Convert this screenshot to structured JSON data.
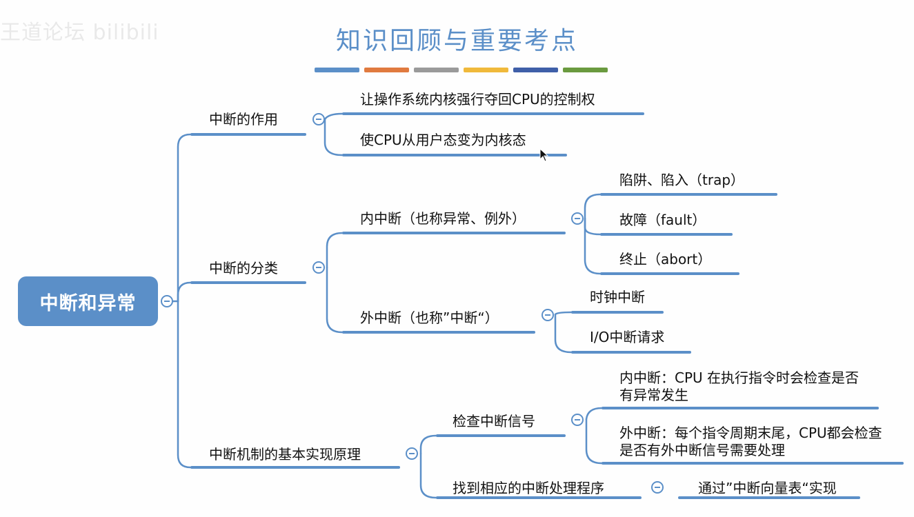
{
  "header": {
    "watermark": "王道论坛 bilibili",
    "title": "知识回顾与重要考点"
  },
  "colors": {
    "accent": "#5b8fc8",
    "swatches": [
      "#5b8fc8",
      "#e07a3f",
      "#9a9a9a",
      "#f0b93b",
      "#3f5fa8",
      "#6a9a3f"
    ]
  },
  "mindmap": {
    "root": "中断和异常",
    "role": {
      "label": "中断的作用",
      "items": [
        "让操作系统内核强行夺回CPU的控制权",
        "使CPU从用户态变为内核态"
      ]
    },
    "classification": {
      "label": "中断的分类",
      "internal": {
        "label": "内中断（也称异常、例外）",
        "items": [
          "陷阱、陷入（trap）",
          "故障（fault）",
          "终止（abort）"
        ]
      },
      "external": {
        "label": "外中断（也称”中断“）",
        "items": [
          "时钟中断",
          "I/O中断请求"
        ]
      }
    },
    "mechanism": {
      "label": "中断机制的基本实现原理",
      "check": {
        "label": "检查中断信号",
        "internal": "内中断：CPU 在执行指令时会检查是否有异常发生",
        "external": "外中断：每个指令周期末尾，CPU都会检查是否有外中断信号需要处理"
      },
      "handler": {
        "label": "找到相应的中断处理程序",
        "detail": "通过”中断向量表“实现"
      }
    }
  }
}
